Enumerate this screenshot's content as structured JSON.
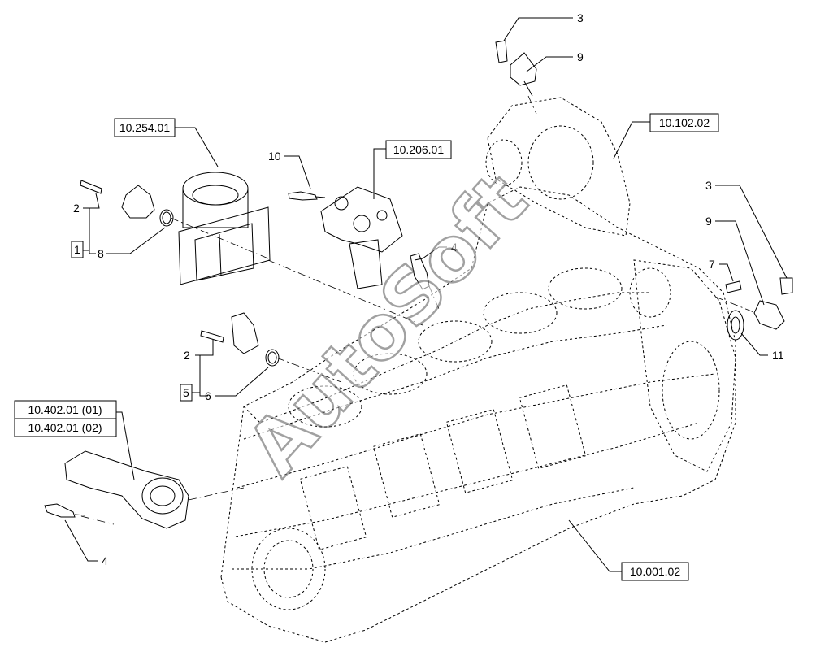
{
  "references": {
    "cyl_head": "10.254.01",
    "flywheel_housing": "10.102.02",
    "injection_pump": "10.206.01",
    "water_pump_1": "10.402.01 (01)",
    "water_pump_2": "10.402.01 (02)",
    "engine_block": "10.001.02"
  },
  "callouts": {
    "c3_top": "3",
    "c9_top": "9",
    "c10": "10",
    "c2_upper": "2",
    "c1_box": "1",
    "c8": "8",
    "c4_mid": "4",
    "c3_right": "3",
    "c9_right": "9",
    "c7": "7",
    "c11": "11",
    "c2_lower": "2",
    "c5_box": "5",
    "c6": "6",
    "c4_bottom": "4"
  },
  "watermark": "AutoSoft"
}
